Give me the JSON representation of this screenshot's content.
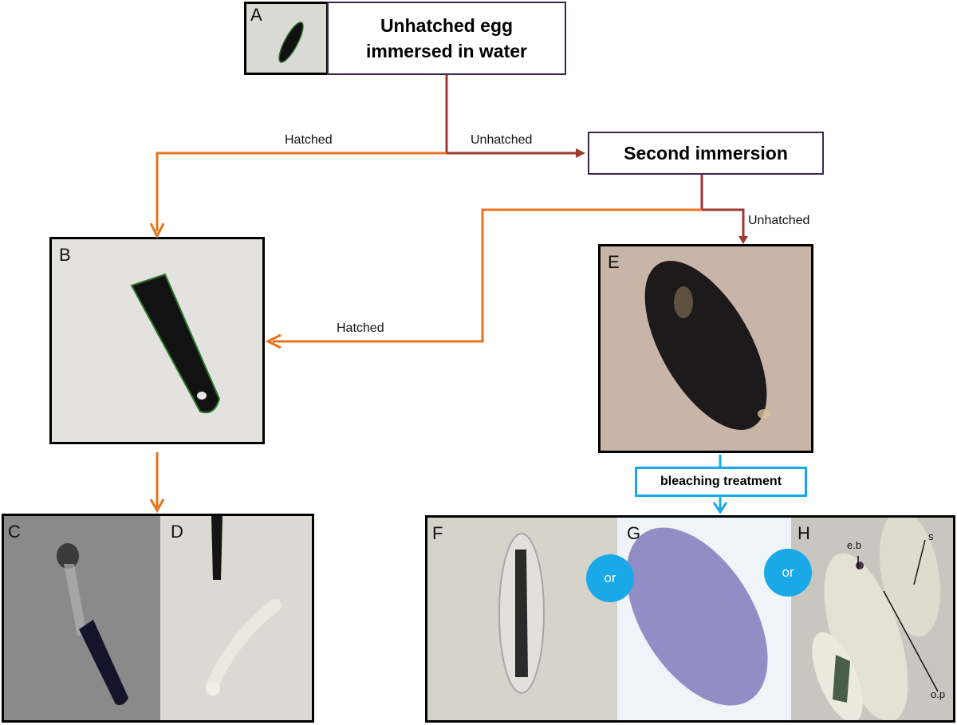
{
  "nodes": {
    "egg_immersed": "Unhatched egg immersed in water",
    "second_immersion": "Second immersion",
    "bleaching": "bleaching treatment"
  },
  "edges": {
    "hatched_1": "Hatched",
    "unhatched_1": "Unhatched",
    "unhatched_2": "Unhatched",
    "hatched_2": "Hatched"
  },
  "panels": {
    "a": "A",
    "b": "B",
    "c": "C",
    "d": "D",
    "e": "E",
    "f": "F",
    "g": "G",
    "h": "H"
  },
  "or_labels": {
    "first": "or",
    "second": "or"
  },
  "annotations": {
    "eb": "e.b",
    "s": "s",
    "op": "o.p"
  },
  "colors": {
    "hatched_arrow": "#e8731e",
    "unhatched_arrow": "#9b3a32",
    "bleach_arrow": "#1aa9e8",
    "box_border": "#3b2650"
  }
}
